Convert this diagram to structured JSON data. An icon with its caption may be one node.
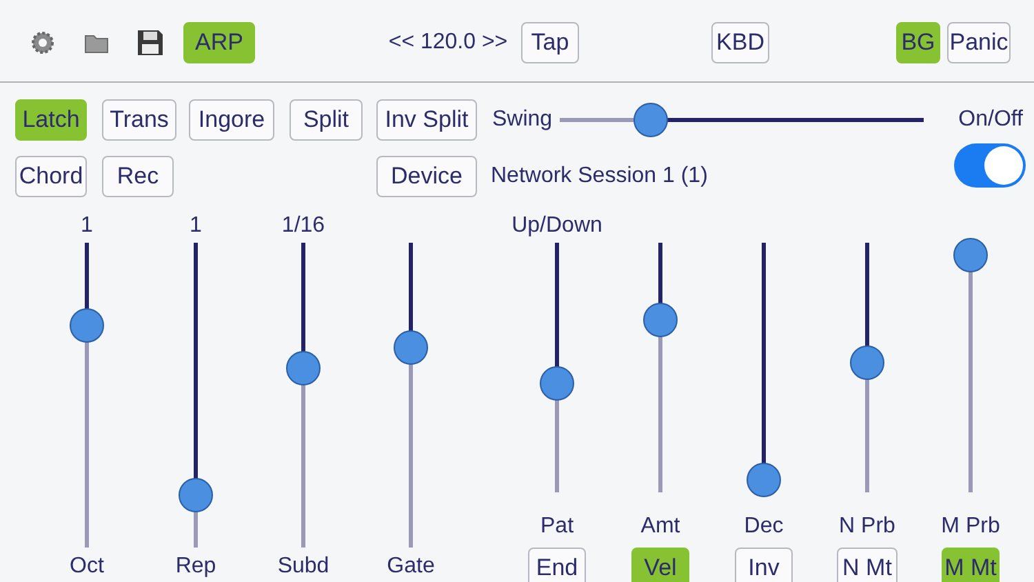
{
  "diagram": {
    "labels": [
      "ARP",
      "<< 120.0 >>",
      "Tap",
      "KBD",
      "BG",
      "Panic",
      "Latch",
      "Trans",
      "Ingore",
      "Split",
      "Inv Split",
      "Swing",
      "On/Off",
      "Chord",
      "Rec",
      "Device",
      "Network Session 1 (1)",
      "1",
      "1",
      "1/16",
      "Up/Down",
      "Pat",
      "Amt",
      "Dec",
      "N Prb",
      "M Prb",
      "Oct",
      "Rep",
      "Subd",
      "Gate",
      "End",
      "Vel",
      "Inv",
      "N Mt",
      "M Mt"
    ]
  }
}
